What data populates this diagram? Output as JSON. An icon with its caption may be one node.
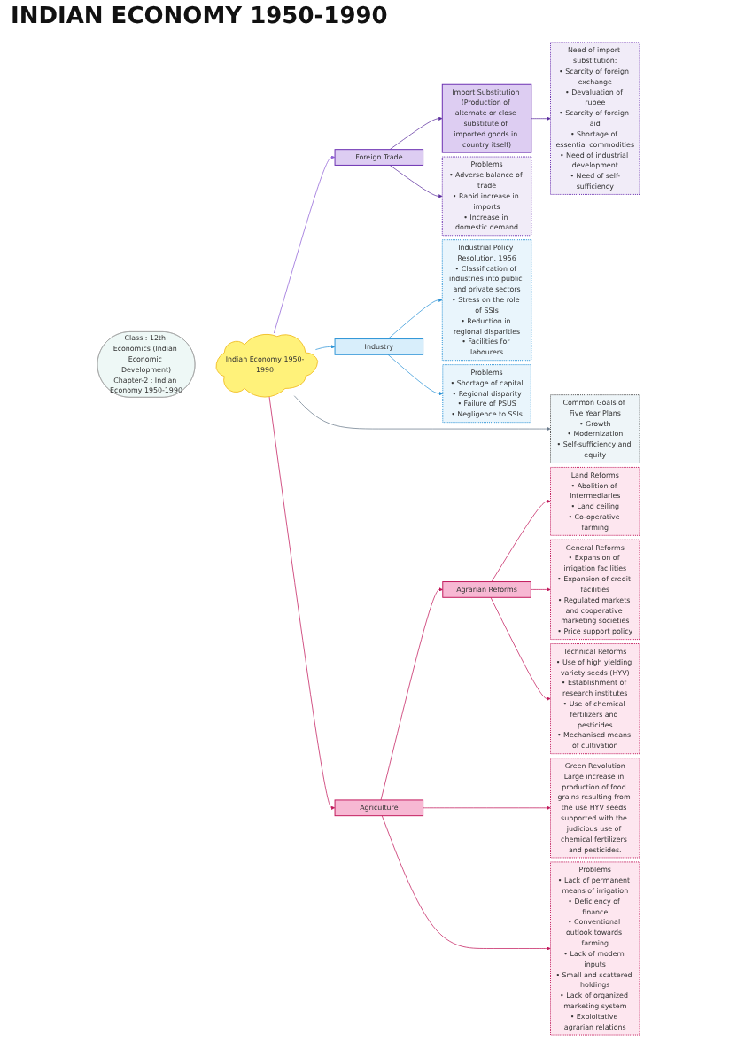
{
  "diagram": {
    "title": "INDIAN ECONOMY 1950-1990",
    "nodes": [
      {
        "text": [
          "Class : 12th Economics (Indian Economic Development)",
          "Chapter-2 : Indian Economy 1950-1990"
        ]
      },
      {
        "text": [
          "Need of import substitution:",
          "• Scarcity of foreign exchange",
          "• Devaluation of rupee",
          "• Scarcity of foreign aid",
          "• Shortage of essential commodities",
          "• Need of industrial development",
          "• Need of self-sufficiency"
        ]
      },
      {
        "text": [
          "Problems",
          "• Adverse balance of trade",
          "• Rapid increase in imports",
          "• Increase in domestic demand"
        ]
      },
      {
        "text": [
          "Industrial Policy Resolution, 1956",
          "• Classification of industries into public and private sectors",
          "• Stress on the role of SSIs",
          "• Reduction in regional disparities",
          "• Facilities for labourers"
        ]
      },
      {
        "text": [
          "Import Substitution (Production of alternate or close substitute of imported goods in country itself)"
        ]
      },
      {
        "text": [
          "Problems",
          "• Shortage of capital",
          "• Regional disparity",
          "• Failure of PSUS",
          "• Negligence to SSIs"
        ]
      },
      {
        "text": [
          "Industry"
        ]
      },
      {
        "text": [
          "Foreign Trade"
        ]
      },
      {
        "text": [
          "Indian Economy 1950-1990"
        ]
      },
      {
        "text": [
          "Common Goals of Five Year Plans",
          "• Growth",
          "• Modernization",
          "• Self-sufficiency and equity"
        ]
      },
      {
        "text": [
          "Agriculture"
        ]
      },
      {
        "text": [
          "Agrarian Reforms"
        ]
      },
      {
        "text": [
          "Land Reforms",
          "• Abolition of intermediaries",
          "• Land ceiling",
          "• Co-operative farming"
        ]
      },
      {
        "text": [
          "Green Revolution",
          "Large increase in production of food grains resulting from the use HYV seeds supported with the judicious use of chemical fertilizers and pesticides."
        ]
      },
      {
        "text": [
          "General Reforms",
          "• Expansion of irrigation facilities",
          "• Expansion of credit facilities",
          "• Regulated markets and cooperative marketing societies",
          "• Price support policy"
        ]
      },
      {
        "text": [
          "Problems",
          "• Lack of permanent means of irrigation",
          "• Deficiency of finance",
          "• Conventional outlook towards farming",
          "• Lack of modern inputs",
          "• Small and scattered holdings",
          "• Lack of organized marketing system",
          "• Exploitative agrarian relations"
        ]
      },
      {
        "text": [
          "Technical Reforms",
          "• Use of high yielding variety seeds (HYV)",
          "• Establishment of research institutes",
          "• Use of chemical fertilizers and pesticides",
          "• Mechanised means of cultivation"
        ]
      }
    ],
    "edges": [
      {
        "from": 8,
        "to": 7,
        "arrow": "to",
        "color": "#8e5fd6"
      },
      {
        "from": 8,
        "to": 6,
        "arrow": "to",
        "color": "#2b93d6"
      },
      {
        "from": 8,
        "to": 9,
        "arrow": "to",
        "color": "#6b7b8c"
      },
      {
        "from": 8,
        "to": 10,
        "arrow": "to"
      },
      {
        "from": 7,
        "to": 4,
        "arrow": "to",
        "color": "#5b2d9e"
      },
      {
        "from": 4,
        "to": 1,
        "arrow": "to",
        "color": "#5b2d9e"
      },
      {
        "from": 7,
        "to": 2,
        "arrow": "to",
        "color": "#5b2d9e"
      },
      {
        "from": 6,
        "to": 3,
        "arrow": "to",
        "color": "#2b93d6"
      },
      {
        "from": 6,
        "to": 5,
        "arrow": "to",
        "color": "#2b93d6"
      },
      {
        "from": 10,
        "to": 11,
        "arrow": "to"
      },
      {
        "from": 10,
        "to": 13,
        "arrow": "to"
      },
      {
        "from": 10,
        "to": 15,
        "arrow": "to"
      },
      {
        "from": 11,
        "to": 12,
        "arrow": "to"
      },
      {
        "from": 11,
        "to": 14,
        "arrow": "to"
      },
      {
        "from": 11,
        "to": 16,
        "arrow": "to"
      }
    ]
  }
}
